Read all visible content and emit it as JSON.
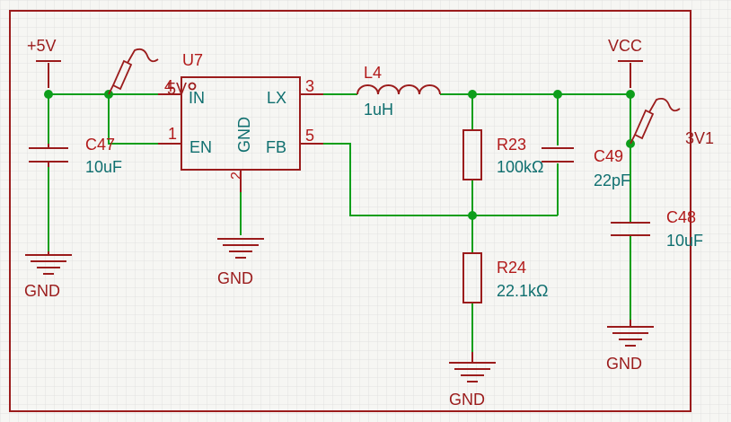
{
  "colors": {
    "wire": "#0d9e1b",
    "component": "#9b1c1c",
    "ref_text": "#b21a1a",
    "value_text": "#0f6f6f",
    "grid": "#dcdcdc",
    "background": "#f6f6f3"
  },
  "power": {
    "plus5v": "+5V",
    "vcc": "VCC"
  },
  "ground_labels": {
    "left": "GND",
    "ic": "GND",
    "r24": "GND",
    "c48": "GND"
  },
  "ic": {
    "ref": "U7",
    "pins": {
      "in": {
        "name": "IN",
        "number": "4"
      },
      "en": {
        "name": "EN",
        "number": "1"
      },
      "gnd": {
        "name": "GND",
        "number": "2"
      },
      "lx": {
        "name": "LX",
        "number": "3"
      },
      "fb": {
        "name": "FB",
        "number": "5"
      }
    }
  },
  "net_labels": {
    "input": "5V",
    "output": "3V1"
  },
  "components": {
    "c47": {
      "ref": "C47",
      "value": "10uF"
    },
    "l4": {
      "ref": "L4",
      "value": "1uH"
    },
    "r23": {
      "ref": "R23",
      "value": "100kΩ"
    },
    "r24": {
      "ref": "R24",
      "value": "22.1kΩ"
    },
    "c49": {
      "ref": "C49",
      "value": "22pF"
    },
    "c48": {
      "ref": "C48",
      "value": "10uF"
    }
  }
}
